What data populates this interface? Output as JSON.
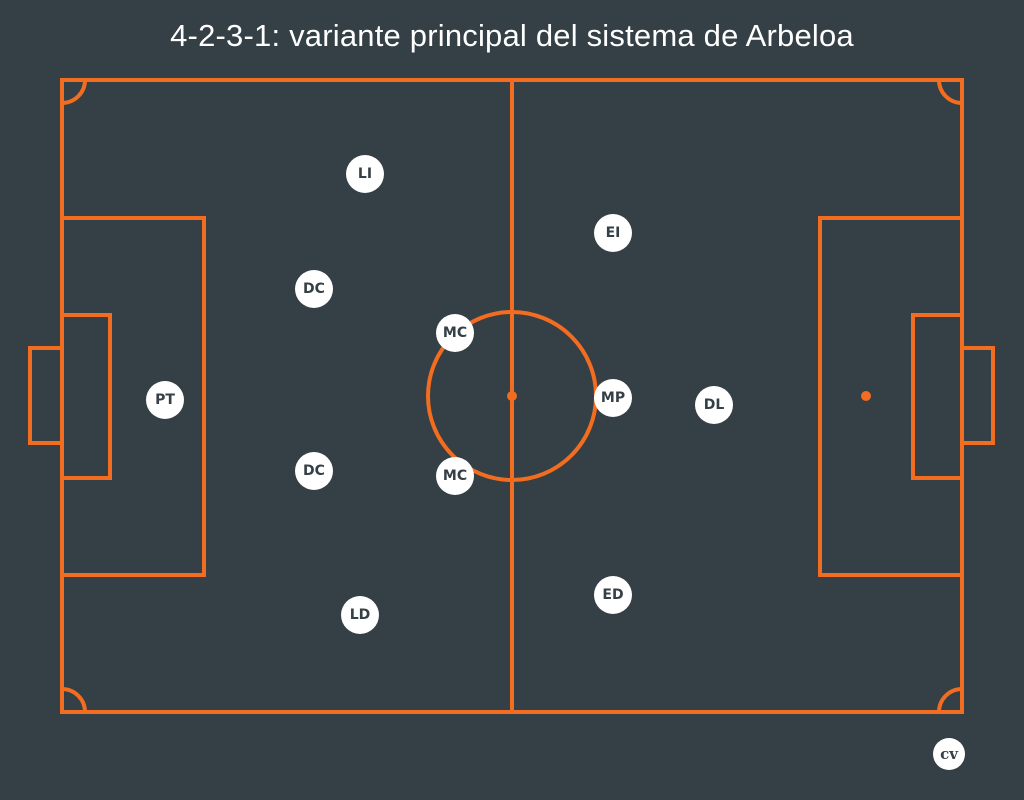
{
  "title": "4-2-3-1: variante principal del sistema de Arbeloa",
  "colors": {
    "background": "#353f46",
    "lines": "#f26d1f",
    "marker": "#ffffff",
    "marker_text": "#353f46"
  },
  "players": [
    {
      "label": "PT"
    },
    {
      "label": "LI"
    },
    {
      "label": "DC"
    },
    {
      "label": "DC"
    },
    {
      "label": "LD"
    },
    {
      "label": "MC"
    },
    {
      "label": "MC"
    },
    {
      "label": "EI"
    },
    {
      "label": "MP"
    },
    {
      "label": "ED"
    },
    {
      "label": "DL"
    }
  ],
  "logo": {
    "text": "cv"
  }
}
